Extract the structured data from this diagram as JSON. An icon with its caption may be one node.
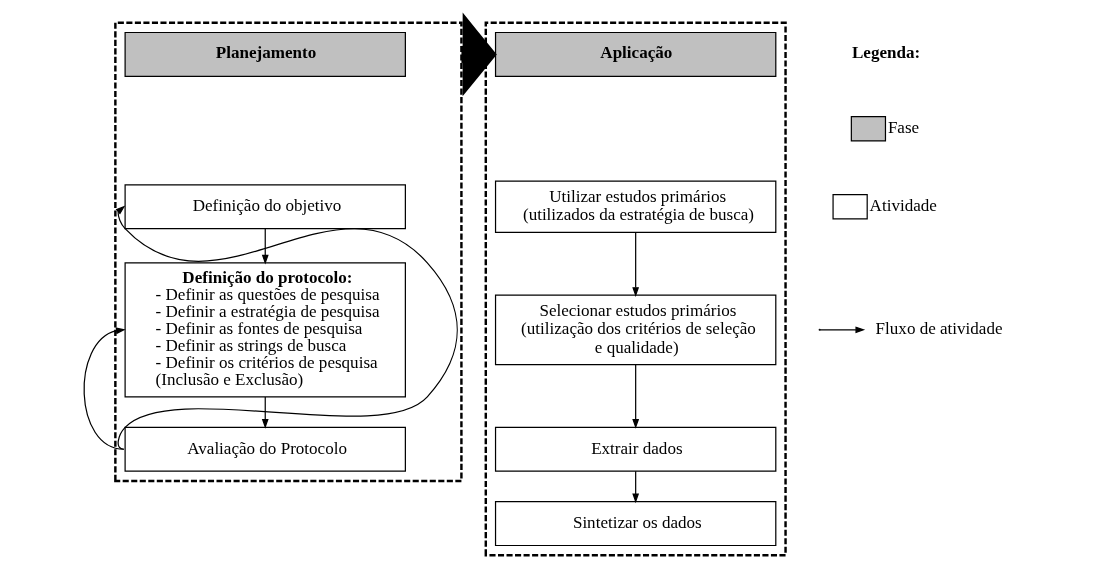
{
  "diagram": {
    "nodes": [
      {
        "text": [],
        "shape": "box"
      },
      {
        "text": [
          "Planejamento"
        ],
        "in": 0
      },
      {
        "text": [
          "Definição do objetivo"
        ],
        "in": 0
      },
      {
        "text": [
          "Definição do protocolo:",
          "- Definir as questões de pesquisa",
          "- Definir a estratégia de pesquisa",
          "- Definir as fontes de pesquisa",
          "- Definir as strings de busca",
          "- Definir os critérios de pesquisa (Inclusão e Exclusão)"
        ],
        "in": 0
      },
      {
        "text": [
          "Avaliação do Protocolo"
        ],
        "in": 0
      },
      {
        "text": [],
        "shape": "box"
      },
      {
        "text": [
          "Aplicação"
        ],
        "in": 5
      },
      {
        "text": [
          "Utilizar estudos primários (utilizados da estratégia de busca)"
        ],
        "in": 5
      },
      {
        "text": [
          "Selecionar estudos primários (utilização dos critérios de seleção e qualidade)"
        ],
        "in": 5
      },
      {
        "text": [
          "Extrair dados"
        ],
        "in": 5
      },
      {
        "text": [
          "Sintetizar os dados"
        ],
        "in": 5
      }
    ],
    "edges": [
      {
        "from": 0,
        "to": 5,
        "arrow": "to",
        "style": "thick"
      },
      {
        "from": 2,
        "to": 3,
        "arrow": "to"
      },
      {
        "from": 3,
        "to": 4,
        "arrow": "to"
      },
      {
        "from": 4,
        "to": 2,
        "arrow": "to"
      },
      {
        "from": 4,
        "to": 3,
        "arrow": "to"
      },
      {
        "from": 7,
        "to": 8,
        "arrow": "to"
      },
      {
        "from": 8,
        "to": 9,
        "arrow": "to"
      },
      {
        "from": 9,
        "to": 10,
        "arrow": "to"
      }
    ],
    "labels": [
      "Legenda:"
    ],
    "legend": [
      {
        "text": "Fase",
        "color": "#c0c0c0"
      },
      {
        "text": "Atividade",
        "color": "#ffffff"
      },
      {
        "text": "Fluxo de atividade"
      }
    ]
  }
}
